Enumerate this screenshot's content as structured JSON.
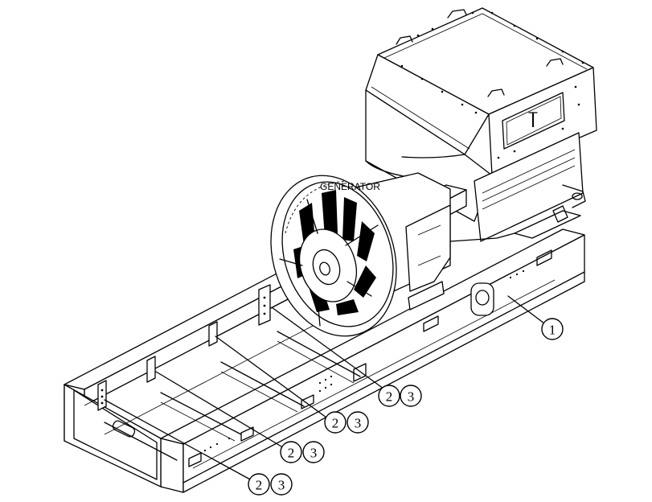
{
  "labels": {
    "generator": "GENERATOR"
  },
  "callouts": [
    {
      "id": "item-1",
      "numbers": [
        "1"
      ]
    },
    {
      "id": "item-2-3-a",
      "numbers": [
        "2",
        "3"
      ]
    },
    {
      "id": "item-2-3-b",
      "numbers": [
        "2",
        "3"
      ]
    },
    {
      "id": "item-2-3-c",
      "numbers": [
        "2",
        "3"
      ]
    },
    {
      "id": "item-2-3-d",
      "numbers": [
        "2",
        "3"
      ]
    }
  ]
}
